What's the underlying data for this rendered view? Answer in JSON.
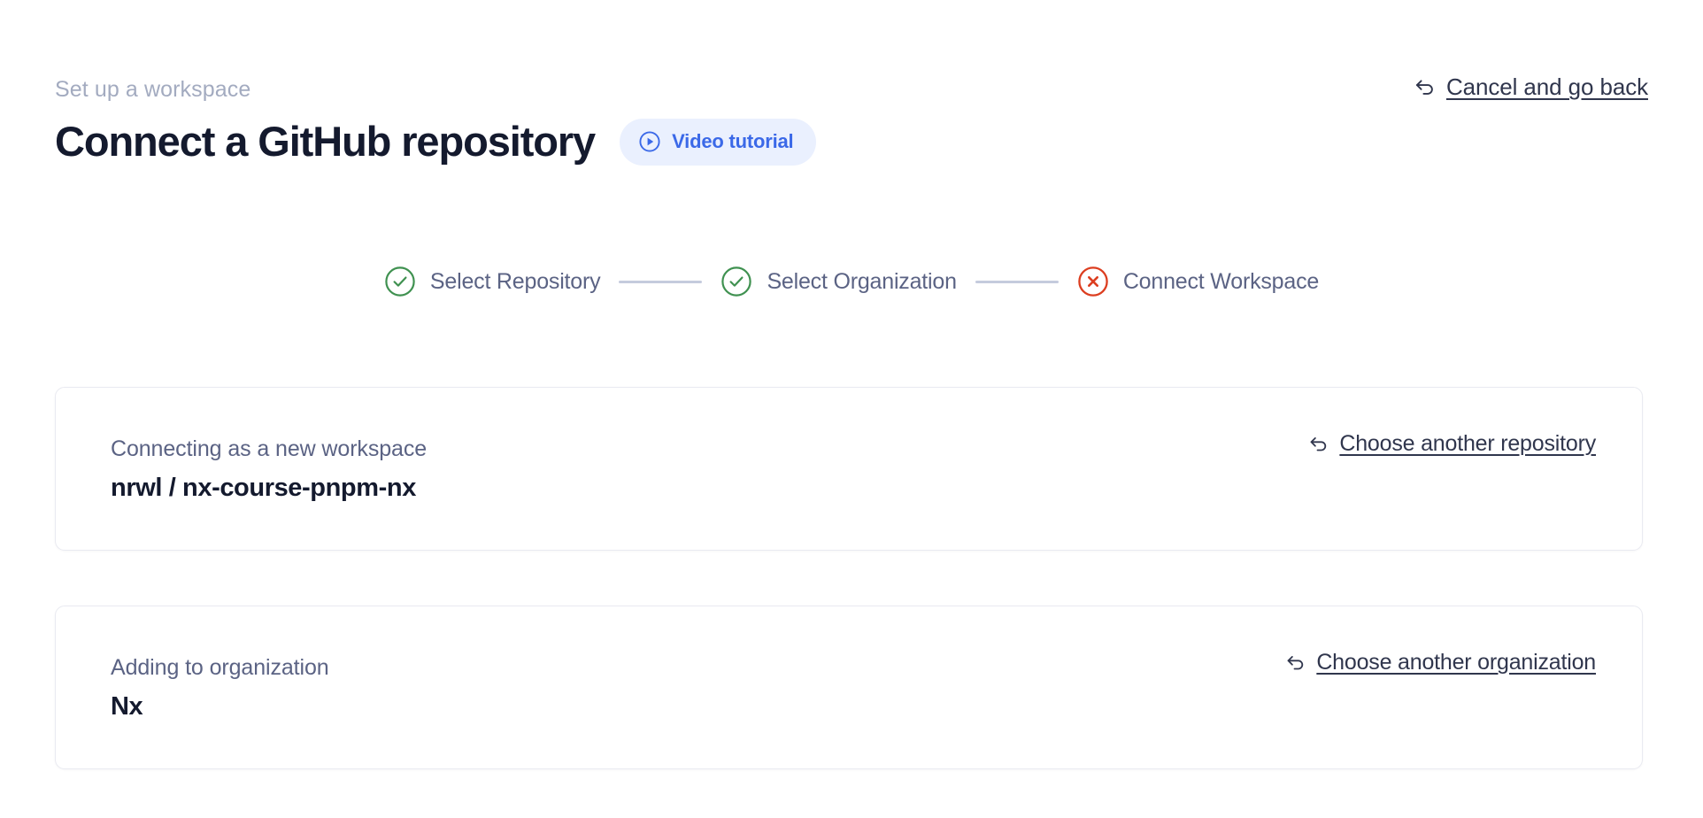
{
  "header": {
    "eyebrow": "Set up a workspace",
    "title": "Connect a GitHub repository",
    "video_tutorial_label": "Video tutorial",
    "video_tutorial_icon": "play-circle-icon",
    "cancel_label": "Cancel and go back",
    "cancel_icon": "undo-arrow-icon",
    "accent_color": "#3b69e8",
    "pill_background": "#eaf0fe",
    "title_color": "#141a2e",
    "eyebrow_color": "#a3abc0"
  },
  "stepper": {
    "steps": [
      {
        "label": "Select Repository",
        "state": "complete",
        "icon": "check-circle-icon",
        "color": "#3f9150"
      },
      {
        "label": "Select Organization",
        "state": "complete",
        "icon": "check-circle-icon",
        "color": "#3f9150"
      },
      {
        "label": "Connect Workspace",
        "state": "error",
        "icon": "x-circle-icon",
        "color": "#dc3e20"
      }
    ],
    "connector_color": "#c5cbdd",
    "label_color": "#5b6384"
  },
  "cards": [
    {
      "label": "Connecting as a new workspace",
      "owner": "nrwl",
      "separator": "/",
      "name": "nx-course-pnpm-nx",
      "action_label": "Choose another repository",
      "action_icon": "undo-arrow-icon"
    },
    {
      "label": "Adding to organization",
      "value": "Nx",
      "action_label": "Choose another organization",
      "action_icon": "undo-arrow-icon"
    }
  ]
}
